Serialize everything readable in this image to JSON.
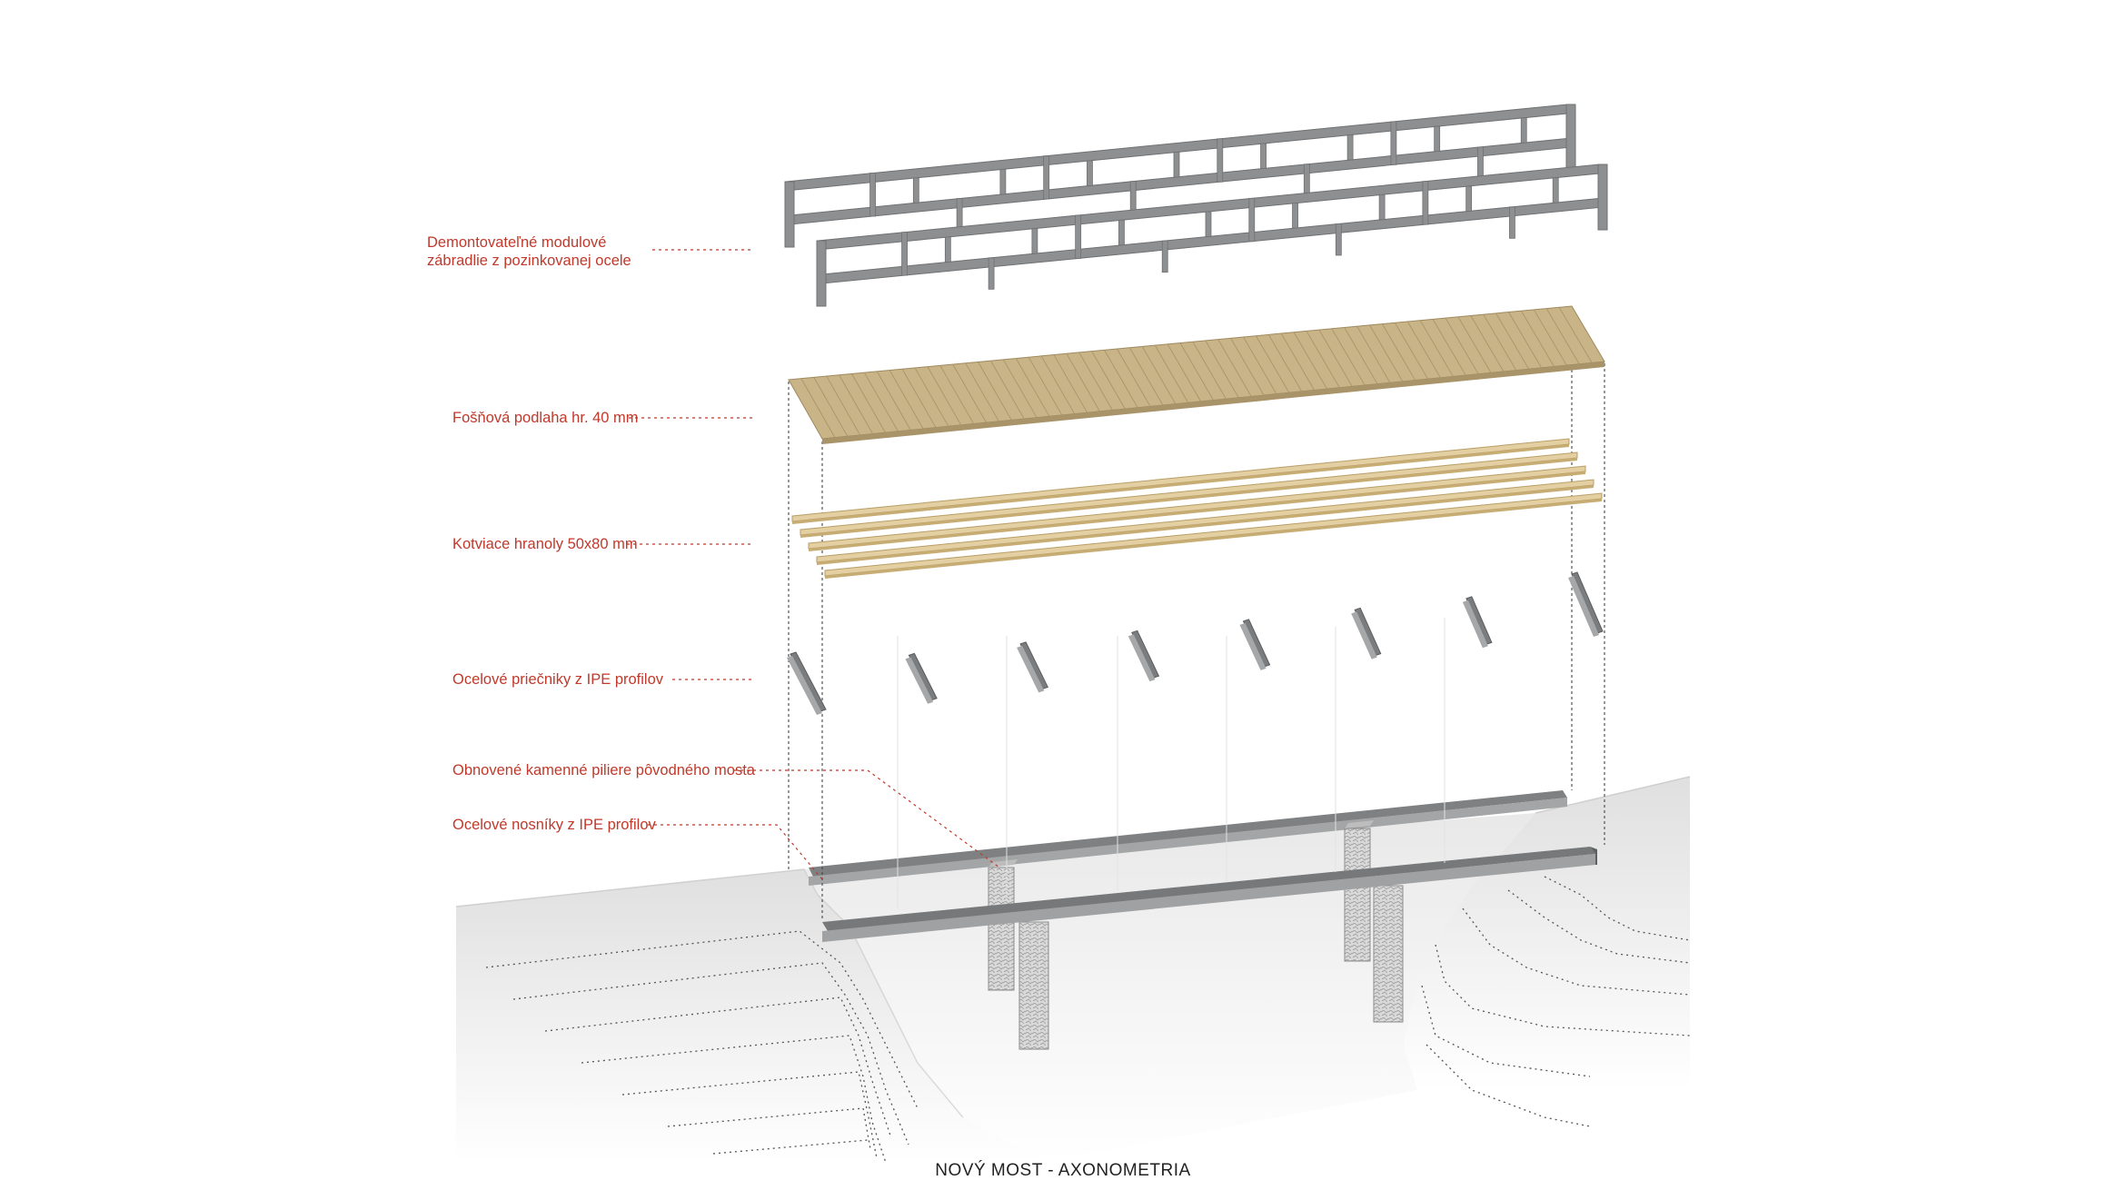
{
  "colors": {
    "label": "#c0392b",
    "steel": "#8d8f90",
    "steel_dark": "#6f7173",
    "deck": "#c9b488",
    "deck_line": "#a08a5c",
    "battens": "#e3cfa1",
    "stone": "#d4d4d4",
    "ground": "#e9e9e9",
    "guide": "#555555"
  },
  "labels": {
    "railing_line1": "Demontovateľné modulové",
    "railing_line2": "zábradlie z pozinkovanej ocele",
    "decking": "Fošňová podlaha hr. 40 mm",
    "battens": "Kotviace hranoly 50x80 mm",
    "crossbeams": "Ocelové priečniky z IPE profilov",
    "piers": "Obnovené kamenné piliere pôvodného mosta",
    "girders": "Ocelové nosníky z IPE profilov"
  },
  "caption": "NOVÝ MOST - AXONOMETRIA"
}
